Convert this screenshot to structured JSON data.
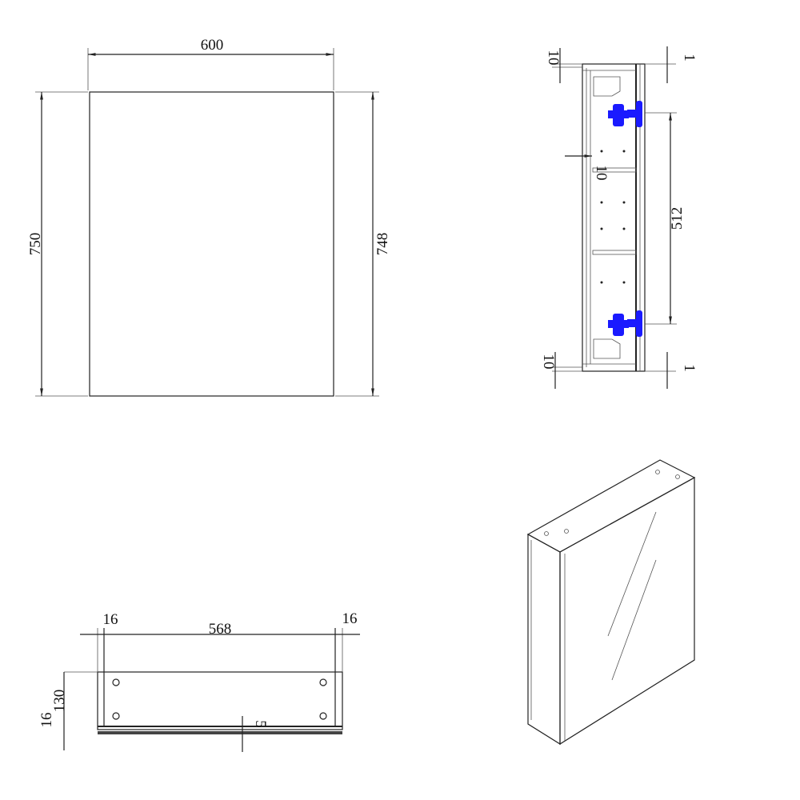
{
  "front_view": {
    "width": "600",
    "height_left": "750",
    "height_right": "748"
  },
  "side_view": {
    "top_gap_left": "10",
    "top_gap_right": "1",
    "shelf_gap": "10",
    "hinge_spacing": "512",
    "bottom_gap_left": "10",
    "bottom_gap_right": "1"
  },
  "top_view": {
    "left_panel": "16",
    "inner_width": "568",
    "right_panel": "16",
    "depth": "130",
    "back_panel": "16",
    "door_gap": "5"
  },
  "colors": {
    "hinge": "#1a1aff",
    "line": "#222222"
  }
}
